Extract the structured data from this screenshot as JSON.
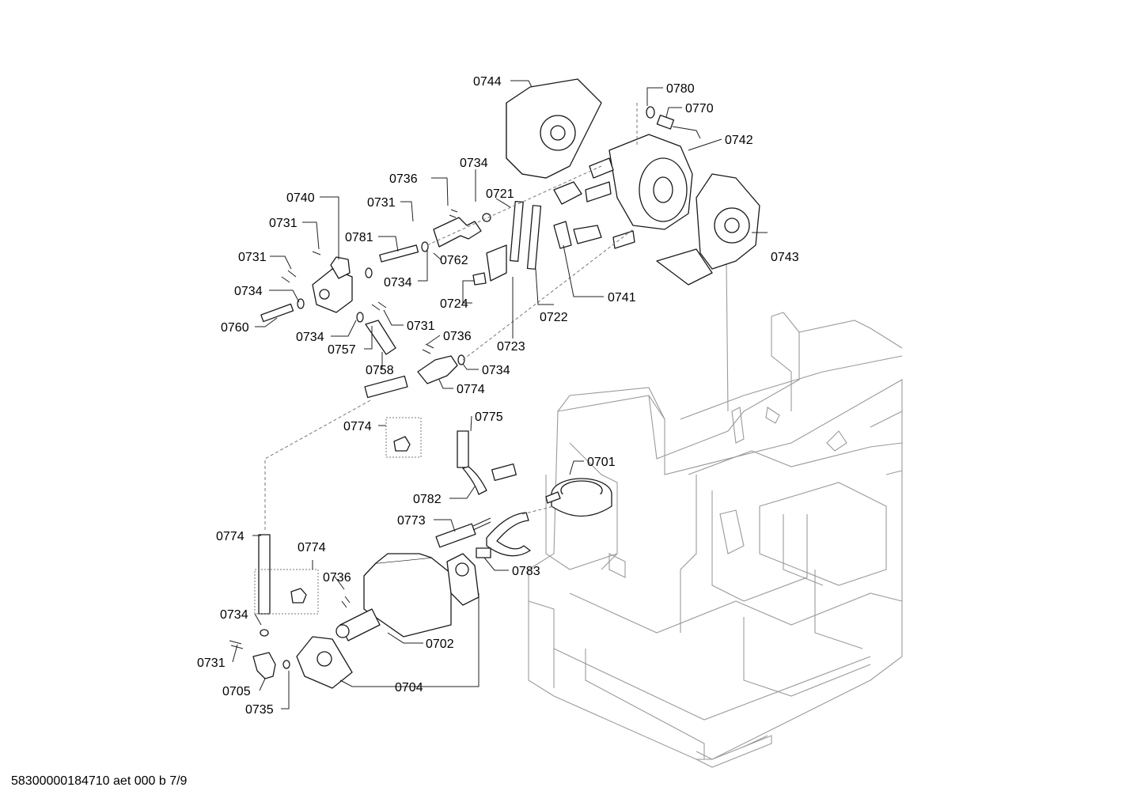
{
  "footer": {
    "document_ref": "58300000184710 aet 000 b 7/9"
  },
  "callouts": [
    "0744",
    "0780",
    "0770",
    "0742",
    "0736",
    "0734",
    "0721",
    "0740",
    "0731",
    "0781",
    "0731",
    "0762",
    "0743",
    "0731",
    "0734",
    "0734",
    "0724",
    "0741",
    "0760",
    "0731",
    "0722",
    "0734",
    "0757",
    "0736",
    "0723",
    "0758",
    "0734",
    "0774",
    "0775",
    "0774",
    "0701",
    "0782",
    "0773",
    "0774",
    "0774",
    "0783",
    "0736",
    "0734",
    "0702",
    "0731",
    "0705",
    "0704",
    "0735"
  ]
}
